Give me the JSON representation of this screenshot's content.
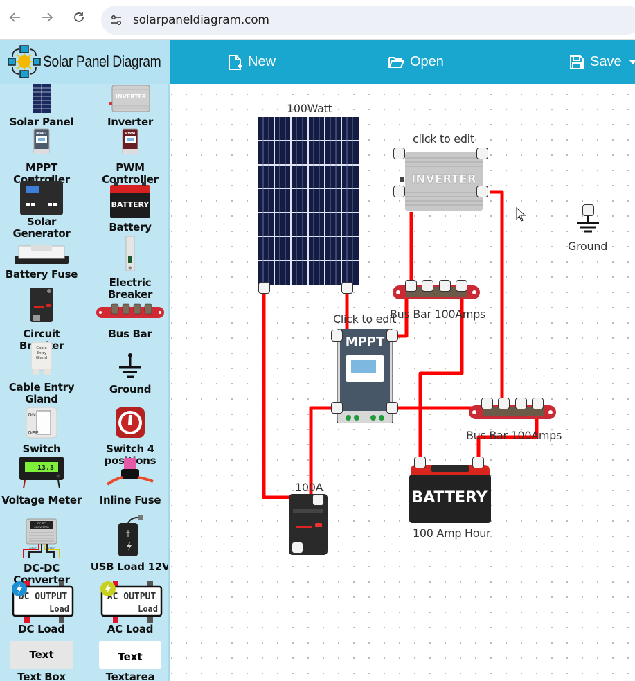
{
  "browser": {
    "back_icon": "arrow-left-icon",
    "forward_icon": "arrow-right-icon",
    "reload_icon": "reload-icon",
    "site_info_icon": "tune-icon",
    "url": "solarpaneldiagram.com"
  },
  "header": {
    "app_title": "Solar Panel Diagram",
    "buttons": {
      "new": "New",
      "open": "Open",
      "save": "Save"
    },
    "colors": {
      "toolbar": "#19a7cf",
      "logo_bg": "#b5e2f2"
    }
  },
  "sidebar": {
    "items": [
      {
        "label": "Solar Panel",
        "icon": "solar-panel-icon"
      },
      {
        "label": "Inverter",
        "icon": "inverter-icon"
      },
      {
        "label": "MPPT Controller",
        "icon": "mppt-controller-icon"
      },
      {
        "label": "PWM Controller",
        "icon": "pwm-controller-icon"
      },
      {
        "label": "Solar Generator",
        "icon": "solar-generator-icon"
      },
      {
        "label": "Battery",
        "icon": "battery-icon"
      },
      {
        "label": "Battery Fuse",
        "icon": "battery-fuse-icon"
      },
      {
        "label": "Electric Breaker",
        "icon": "electric-breaker-icon"
      },
      {
        "label": "Circuit Breaker",
        "icon": "circuit-breaker-icon"
      },
      {
        "label": "Bus Bar",
        "icon": "bus-bar-icon"
      },
      {
        "label": "Cable Entry Gland",
        "icon": "cable-entry-gland-icon"
      },
      {
        "label": "Ground",
        "icon": "ground-icon"
      },
      {
        "label": "Switch",
        "icon": "switch-icon"
      },
      {
        "label": "Switch 4 positions",
        "icon": "switch-4-positions-icon"
      },
      {
        "label": "Voltage Meter",
        "icon": "voltage-meter-icon"
      },
      {
        "label": "Inline Fuse",
        "icon": "inline-fuse-icon"
      },
      {
        "label": "DC-DC Converter",
        "icon": "dc-dc-converter-icon"
      },
      {
        "label": "USB Load 12V",
        "icon": "usb-load-icon"
      },
      {
        "label": "DC Load",
        "icon": "dc-load-icon"
      },
      {
        "label": "AC Load",
        "icon": "ac-load-icon"
      },
      {
        "label": "Text Box",
        "icon": "text-box-icon"
      },
      {
        "label": "Textarea",
        "icon": "textarea-icon"
      }
    ],
    "icon_text": {
      "inverter": "INVERTER",
      "mppt": "MPPT",
      "pwm": "PWM",
      "battery": "BATTERY",
      "gland": [
        "Cable",
        "Entry",
        "Gland"
      ],
      "switch_on": "ON",
      "switch_off": "OFF",
      "meter_reading": "13.3",
      "dcdc": [
        "DC-DC",
        "CONVERTER"
      ],
      "dcdc_in": "INPUT",
      "dcdc_out": "OUTPUT",
      "dc_load": [
        "DC OUTPUT",
        "Load"
      ],
      "ac_load": [
        "AC OUTPUT",
        "Load"
      ],
      "text_box": "Text",
      "textarea": "Text"
    }
  },
  "canvas": {
    "wire_color": "#ff0000",
    "components": {
      "solar_panel": {
        "label": "100Watt"
      },
      "inverter": {
        "label": "click to edit",
        "text": "INVERTER"
      },
      "ground": {
        "label": "Ground"
      },
      "bus_bar_1": {
        "label": "Bus Bar 100Amps"
      },
      "mppt": {
        "label": "Click to edit",
        "text": "MPPT"
      },
      "bus_bar_2": {
        "label": "Bus Bar 100Amps"
      },
      "battery": {
        "label": "100 Amp Hour",
        "text": "BATTERY"
      },
      "breaker": {
        "label": "100A"
      }
    }
  }
}
